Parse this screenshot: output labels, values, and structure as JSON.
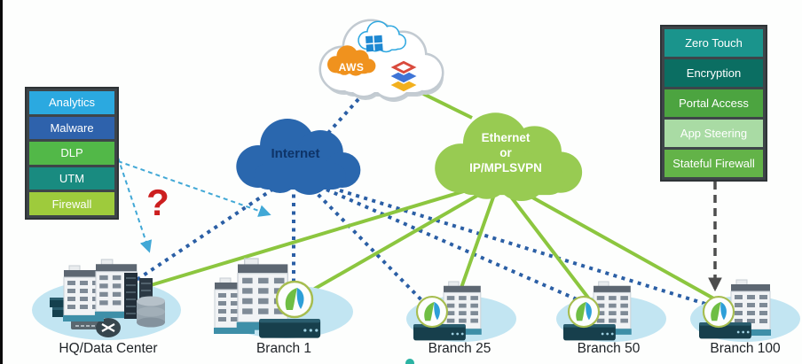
{
  "left_stack": {
    "items": [
      {
        "label": "Analytics",
        "color": "#2BA9E0"
      },
      {
        "label": "Malware",
        "color": "#2E62AC"
      },
      {
        "label": "DLP",
        "color": "#52B848"
      },
      {
        "label": "UTM",
        "color": "#198B80"
      },
      {
        "label": "Firewall",
        "color": "#9ECB3C"
      }
    ]
  },
  "right_stack": {
    "items": [
      {
        "label": "Zero Touch",
        "color": "#1A948C"
      },
      {
        "label": "Encryption",
        "color": "#0B6E62"
      },
      {
        "label": "Portal Access",
        "color": "#4CA440"
      },
      {
        "label": "App Steering",
        "color": "#A9DBA4"
      },
      {
        "label": "Stateful Firewall",
        "color": "#63B348"
      }
    ]
  },
  "clouds": {
    "multicloud": {
      "aws_label": "AWS",
      "icons": [
        "aws-cloud-icon",
        "azure-cloud-icon",
        "layered-stack-icon"
      ],
      "fill": "#FFFFFF"
    },
    "internet": {
      "label": "Internet",
      "fill": "#2A67AE"
    },
    "wan": {
      "line1": "Ethernet",
      "line2": "or",
      "line3": "IP/MPLSVPN",
      "fill": "#98CB52"
    }
  },
  "sites": [
    {
      "label": "HQ/Data Center"
    },
    {
      "label": "Branch 1"
    },
    {
      "label": "Branch 25"
    },
    {
      "label": "Branch 50"
    },
    {
      "label": "Branch 100"
    }
  ],
  "annotations": {
    "question_mark": "?"
  },
  "link_colors": {
    "internet_dotted": "#2B5FA5",
    "wan_solid": "#8CC63F",
    "dlp_dashed": "#41A8D6",
    "stateful_dashed": "#4D4D4D"
  }
}
